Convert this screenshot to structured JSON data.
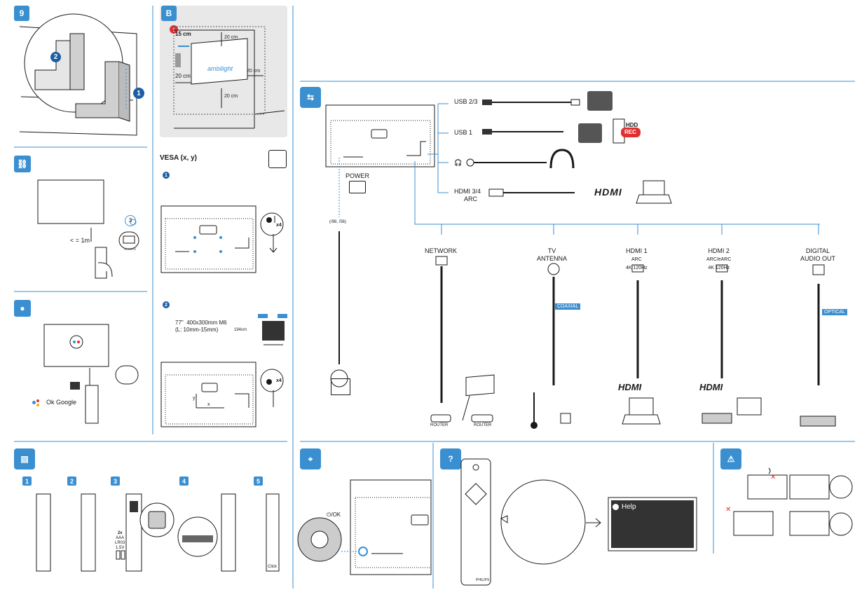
{
  "colors": {
    "accent": "#3a8fd1",
    "dark_accent": "#1d5fa3",
    "line": "#1a1a1a",
    "rec": "#e03030"
  },
  "wall_mount": {
    "step_badge": "9",
    "markers": [
      "1",
      "2"
    ]
  },
  "section_b": {
    "badge": "B",
    "warning_icon": "exclamation-icon",
    "gap_side": "15 cm",
    "gap_top": "20 cm",
    "gap_left": "20 cm",
    "gap_right": "20 cm",
    "gap_bottom": "20 cm",
    "logo": "ambilight"
  },
  "vesa": {
    "title": "VESA (x, y)",
    "step1": "1",
    "step2": "2",
    "screw_count": "x4",
    "spec_model": "77\"",
    "spec_size": "400x300mm M6",
    "spec_length": "(L: 10mm-15mm)",
    "spec_diag": "194cm",
    "axis_x": "x",
    "axis_y": "y"
  },
  "remote_pair": {
    "distance": "< = 1m",
    "timer": "3",
    "source_label": "SOURCE"
  },
  "assistant": {
    "label": "Ok Google"
  },
  "connections": {
    "usb23": "USB 2/3",
    "usb1": "USB 1",
    "hdmi34_line1": "HDMI 3/4",
    "hdmi34_line2": "ARC",
    "hdd": "HDD",
    "rec": "REC",
    "power": "POWER",
    "power_spec": "(/98, /56)",
    "network": "NETWORK",
    "tv_line1": "TV",
    "tv_line2": "ANTENNA",
    "coaxial": "COAXIAL",
    "hdmi1_line1": "HDMI 1",
    "hdmi1_line2": "ARC",
    "hdmi1_line3": "4K 120Hz",
    "hdmi2_line1": "HDMI 2",
    "hdmi2_line2": "ARC/eARC",
    "hdmi2_line3": "4K 120Hz",
    "digital_line1": "DIGITAL",
    "digital_line2": "AUDIO OUT",
    "optical": "OPTICAL",
    "router1": "ROUTER",
    "router2": "ROUTER",
    "hdmi_logo": "HDMI"
  },
  "batteries": {
    "steps": [
      "1",
      "2",
      "3",
      "4",
      "5"
    ],
    "battery_count": "2x",
    "battery_type1": "AAA",
    "battery_type2": "LR03",
    "battery_volt": "1.5V",
    "click": "Click"
  },
  "joystick": {
    "label": "OK"
  },
  "help": {
    "title": "Help"
  },
  "remote": {
    "brand": "PHILIPS"
  },
  "warning": {
    "icon": "warning-triangle-icon"
  }
}
